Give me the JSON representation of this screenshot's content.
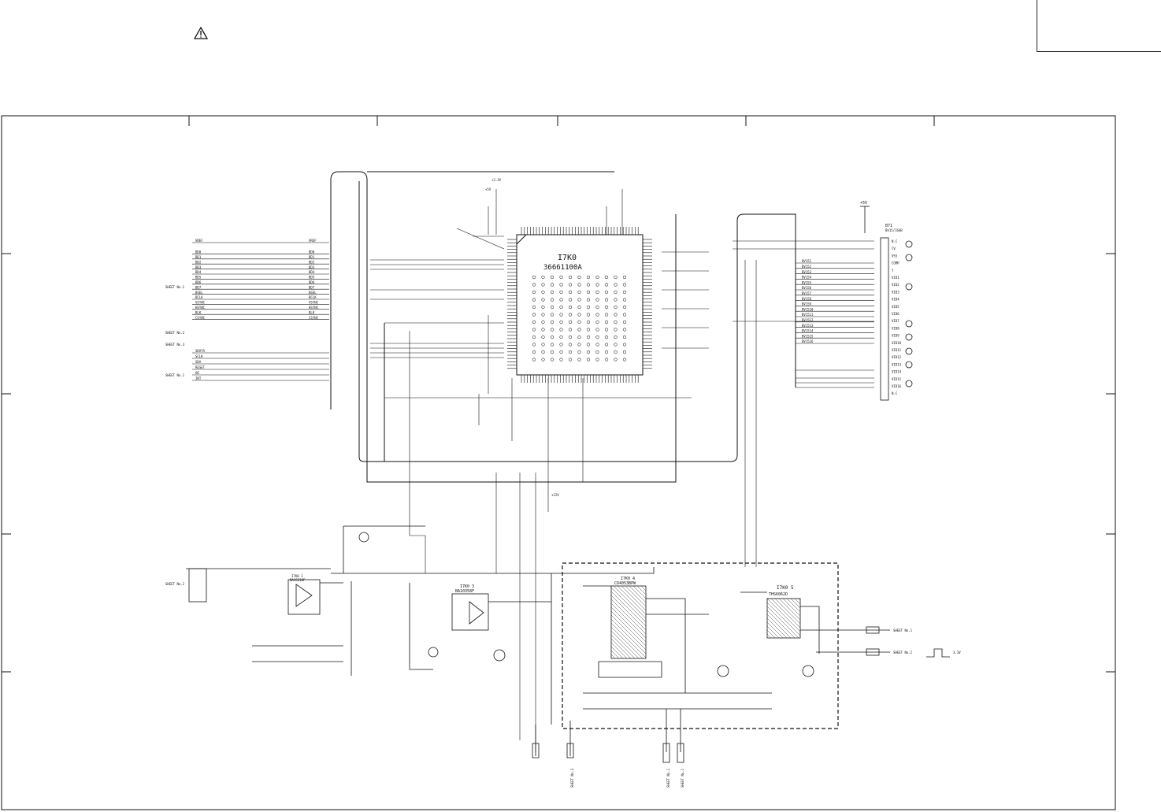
{
  "ic_main": {
    "ref": "I7K0",
    "part": "36661100A"
  },
  "ic1": {
    "ref": "I7K0 1",
    "part": "BA15218F"
  },
  "ic2": {
    "ref": "I7K0 3",
    "part": "BA10358F"
  },
  "ic3": {
    "ref": "I7K0 4",
    "part": "CD4053BPW"
  },
  "ic4": {
    "ref": "I7K0 5",
    "part": "THS6062D"
  },
  "connector": {
    "ref": "B71",
    "part": "BV15/16AB"
  },
  "rails": {
    "v33": "+3.3V",
    "v5": "+5V",
    "v12": "+12V"
  },
  "sheet_labels": [
    "SHEET No.1",
    "SHEET No.2",
    "SHEET No.3",
    "SHEET No.1",
    "SHEET No.2",
    "SHEET No.1",
    "SHEET No.2",
    "SHEET No.3",
    "SHEET No.1",
    "SHEET No.1"
  ],
  "pulse_label": "3.3V",
  "left_bus": [
    "VREF",
    "BD0",
    "BD1",
    "BD2",
    "BD3",
    "BD4",
    "BD5",
    "BD6",
    "BD7",
    "BSEL",
    "BCLK",
    "VSYNC",
    "HSYNC",
    "BLK",
    "CSYNC"
  ],
  "left_bus_b": [
    "SDATA",
    "SCLK",
    "SDA",
    "RESET",
    "OE",
    "INT"
  ],
  "right_bus": [
    "BV151",
    "BV152",
    "BV153",
    "BV154",
    "BV155",
    "BV156",
    "BV157",
    "BV158",
    "BV159",
    "BV1510",
    "BV1511",
    "BV1512",
    "BV1513",
    "BV1514",
    "BV1515",
    "BV1516"
  ],
  "conn_pins": [
    "N.C",
    "CV",
    "VSS",
    "COMP",
    "Y",
    "VID1",
    "VID2",
    "VID3",
    "VID4",
    "VID5",
    "VID6",
    "VID7",
    "VID8",
    "VID9",
    "VID10",
    "VID11",
    "VID12",
    "VID13",
    "VID14",
    "VID15",
    "VID16",
    "N.C"
  ]
}
